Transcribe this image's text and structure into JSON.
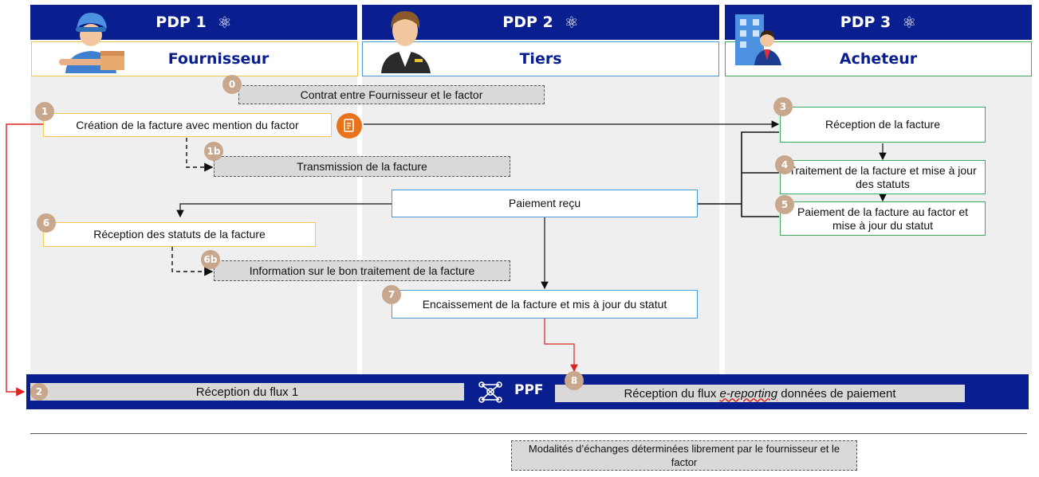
{
  "columns": [
    {
      "header": "PDP 1",
      "role": "Fournisseur"
    },
    {
      "header": "PDP 2",
      "role": "Tiers"
    },
    {
      "header": "PDP 3",
      "role": "Acheteur"
    }
  ],
  "atom_glyph": "⚛",
  "steps": {
    "s0": {
      "num": "0",
      "text": "Contrat entre Fournisseur et le factor"
    },
    "s1": {
      "num": "1",
      "text": "Création de la facture avec mention du factor"
    },
    "s1b": {
      "num": "1b",
      "text": "Transmission de la facture"
    },
    "s3": {
      "num": "3",
      "text": "Réception de la facture"
    },
    "s4": {
      "num": "4",
      "text": "Traitement de la facture et mise à jour des statuts"
    },
    "s5": {
      "num": "5",
      "text": "Paiement de la facture au factor et mise à jour du statut"
    },
    "payment": {
      "text": "Paiement reçu"
    },
    "s6": {
      "num": "6",
      "text": "Réception des statuts de la facture"
    },
    "s6b": {
      "num": "6b",
      "text": "Information sur le bon traitement de la facture"
    },
    "s7": {
      "num": "7",
      "text": "Encaissement de la facture et mis à jour du statut"
    },
    "s2": {
      "num": "2",
      "text": "Réception du flux 1"
    },
    "s8": {
      "num": "8",
      "text_before": "Réception du flux ",
      "text_em": "e-reporting",
      "text_after": " données de paiement"
    }
  },
  "ppf": {
    "label": "PPF"
  },
  "legend": {
    "text": "Modalités d’échanges déterminées librement par le fournisseur et le factor"
  },
  "colors": {
    "navy": "#0a1f8f",
    "badge": "#c9a78d",
    "orange": "#e8731a",
    "red": "#d22"
  }
}
